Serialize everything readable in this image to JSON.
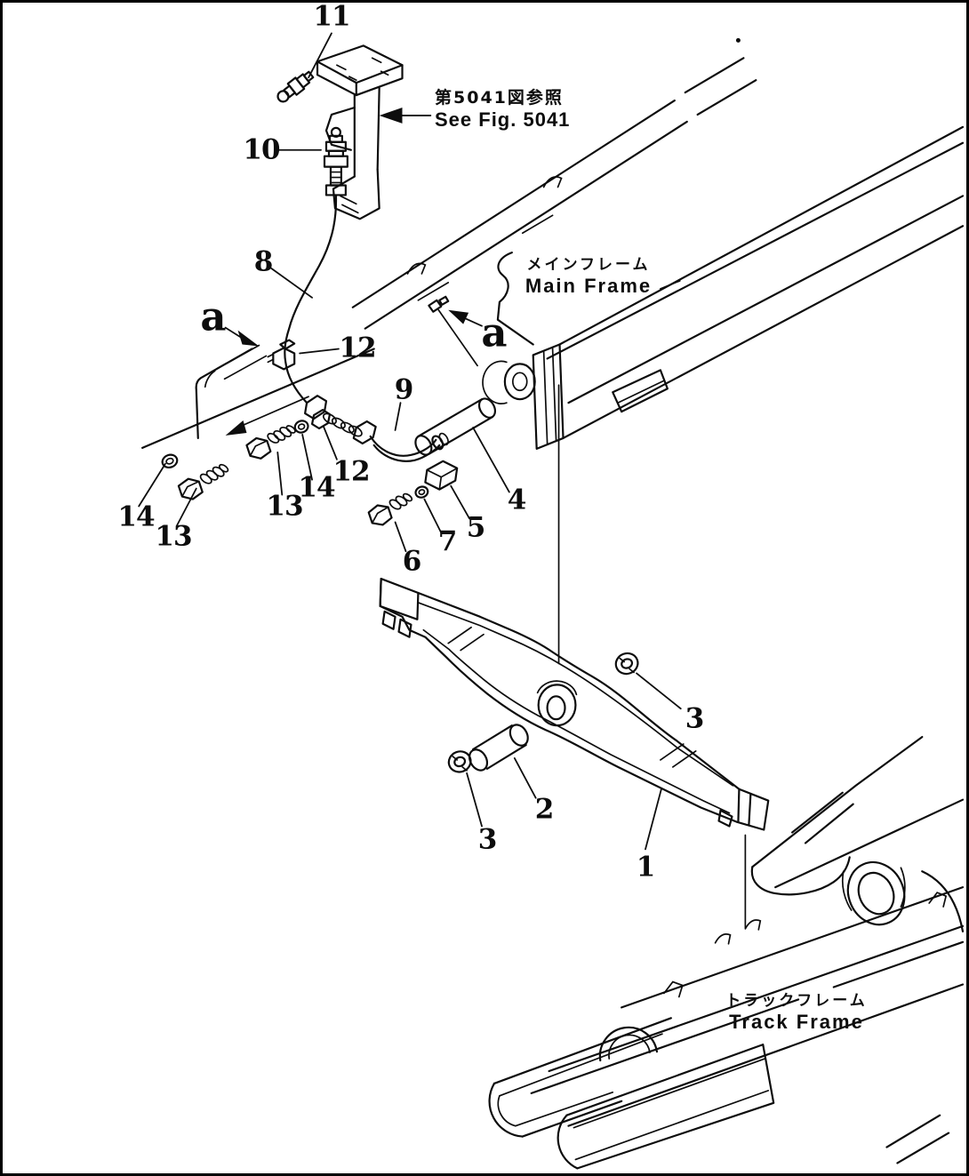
{
  "figure": {
    "background_color": "#ffffff",
    "line_color": "#0d0d0d",
    "fig_reference": {
      "jp": "第5041図参照",
      "en": "See Fig. 5041"
    },
    "frame_labels": {
      "main_frame": {
        "jp": "メインフレーム",
        "en": "Main Frame"
      },
      "track_frame": {
        "jp": "トラックフレーム",
        "en": "Track Frame"
      }
    },
    "section_markers": [
      {
        "label": "a"
      },
      {
        "label": "a"
      }
    ],
    "callouts": [
      {
        "part": "11"
      },
      {
        "part": "10"
      },
      {
        "part": "8"
      },
      {
        "part": "12"
      },
      {
        "part": "9"
      },
      {
        "part": "12"
      },
      {
        "part": "14"
      },
      {
        "part": "13"
      },
      {
        "part": "14"
      },
      {
        "part": "13"
      },
      {
        "part": "4"
      },
      {
        "part": "5"
      },
      {
        "part": "7"
      },
      {
        "part": "6"
      },
      {
        "part": "3"
      },
      {
        "part": "2"
      },
      {
        "part": "3"
      },
      {
        "part": "1"
      }
    ]
  }
}
